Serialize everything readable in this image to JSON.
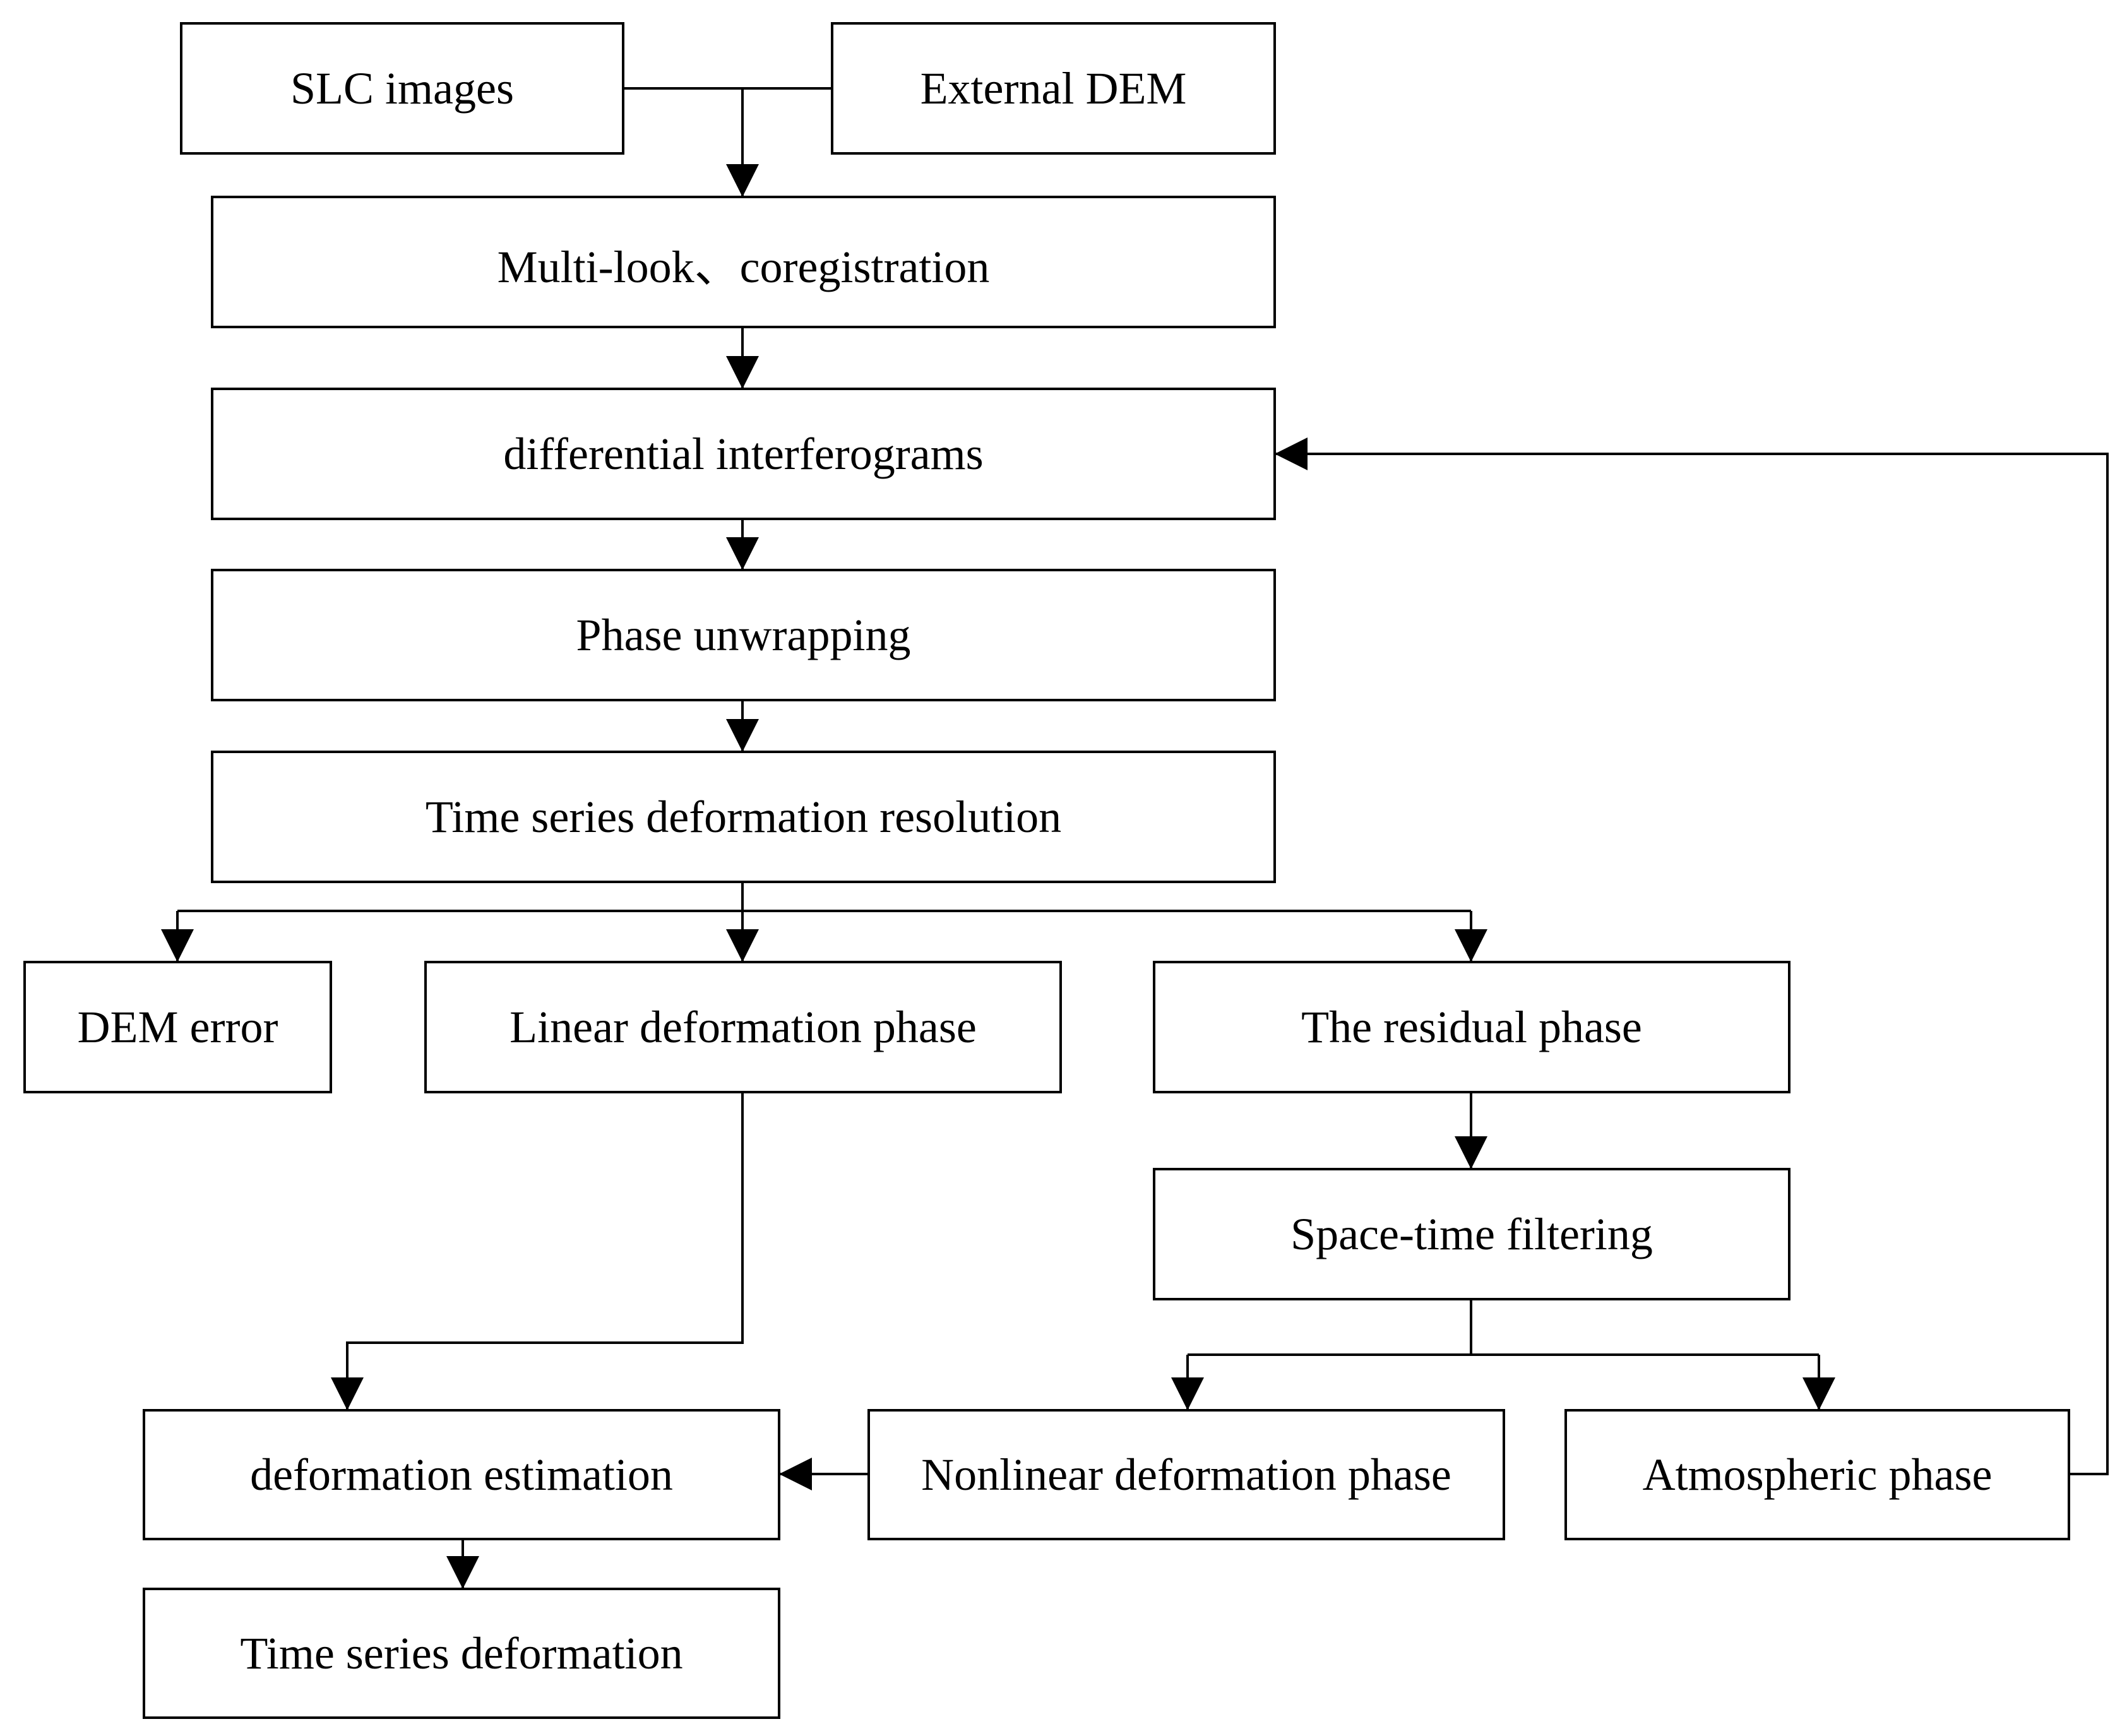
{
  "nodes": {
    "slc_images": "SLC images",
    "external_dem": "External DEM",
    "multilook": "Multi-look、coregistration",
    "diff_interferograms": "differential interferograms",
    "phase_unwrapping": "Phase unwrapping",
    "ts_resolution": "Time series deformation resolution",
    "dem_error": "DEM error",
    "linear_phase": "Linear deformation phase",
    "residual_phase": "The residual phase",
    "spacetime_filtering": "Space-time filtering",
    "deformation_estimation": "deformation estimation",
    "nonlinear_phase": "Nonlinear deformation phase",
    "atmospheric_phase": "Atmospheric phase",
    "ts_deformation": "Time series deformation"
  },
  "edges": [
    {
      "from": "slc_images",
      "to": "multilook"
    },
    {
      "from": "external_dem",
      "to": "multilook"
    },
    {
      "from": "multilook",
      "to": "diff_interferograms"
    },
    {
      "from": "diff_interferograms",
      "to": "phase_unwrapping"
    },
    {
      "from": "phase_unwrapping",
      "to": "ts_resolution"
    },
    {
      "from": "ts_resolution",
      "to": "dem_error"
    },
    {
      "from": "ts_resolution",
      "to": "linear_phase"
    },
    {
      "from": "ts_resolution",
      "to": "residual_phase"
    },
    {
      "from": "residual_phase",
      "to": "spacetime_filtering"
    },
    {
      "from": "spacetime_filtering",
      "to": "nonlinear_phase"
    },
    {
      "from": "spacetime_filtering",
      "to": "atmospheric_phase"
    },
    {
      "from": "linear_phase",
      "to": "deformation_estimation"
    },
    {
      "from": "nonlinear_phase",
      "to": "deformation_estimation"
    },
    {
      "from": "atmospheric_phase",
      "to": "diff_interferograms"
    },
    {
      "from": "deformation_estimation",
      "to": "ts_deformation"
    }
  ]
}
